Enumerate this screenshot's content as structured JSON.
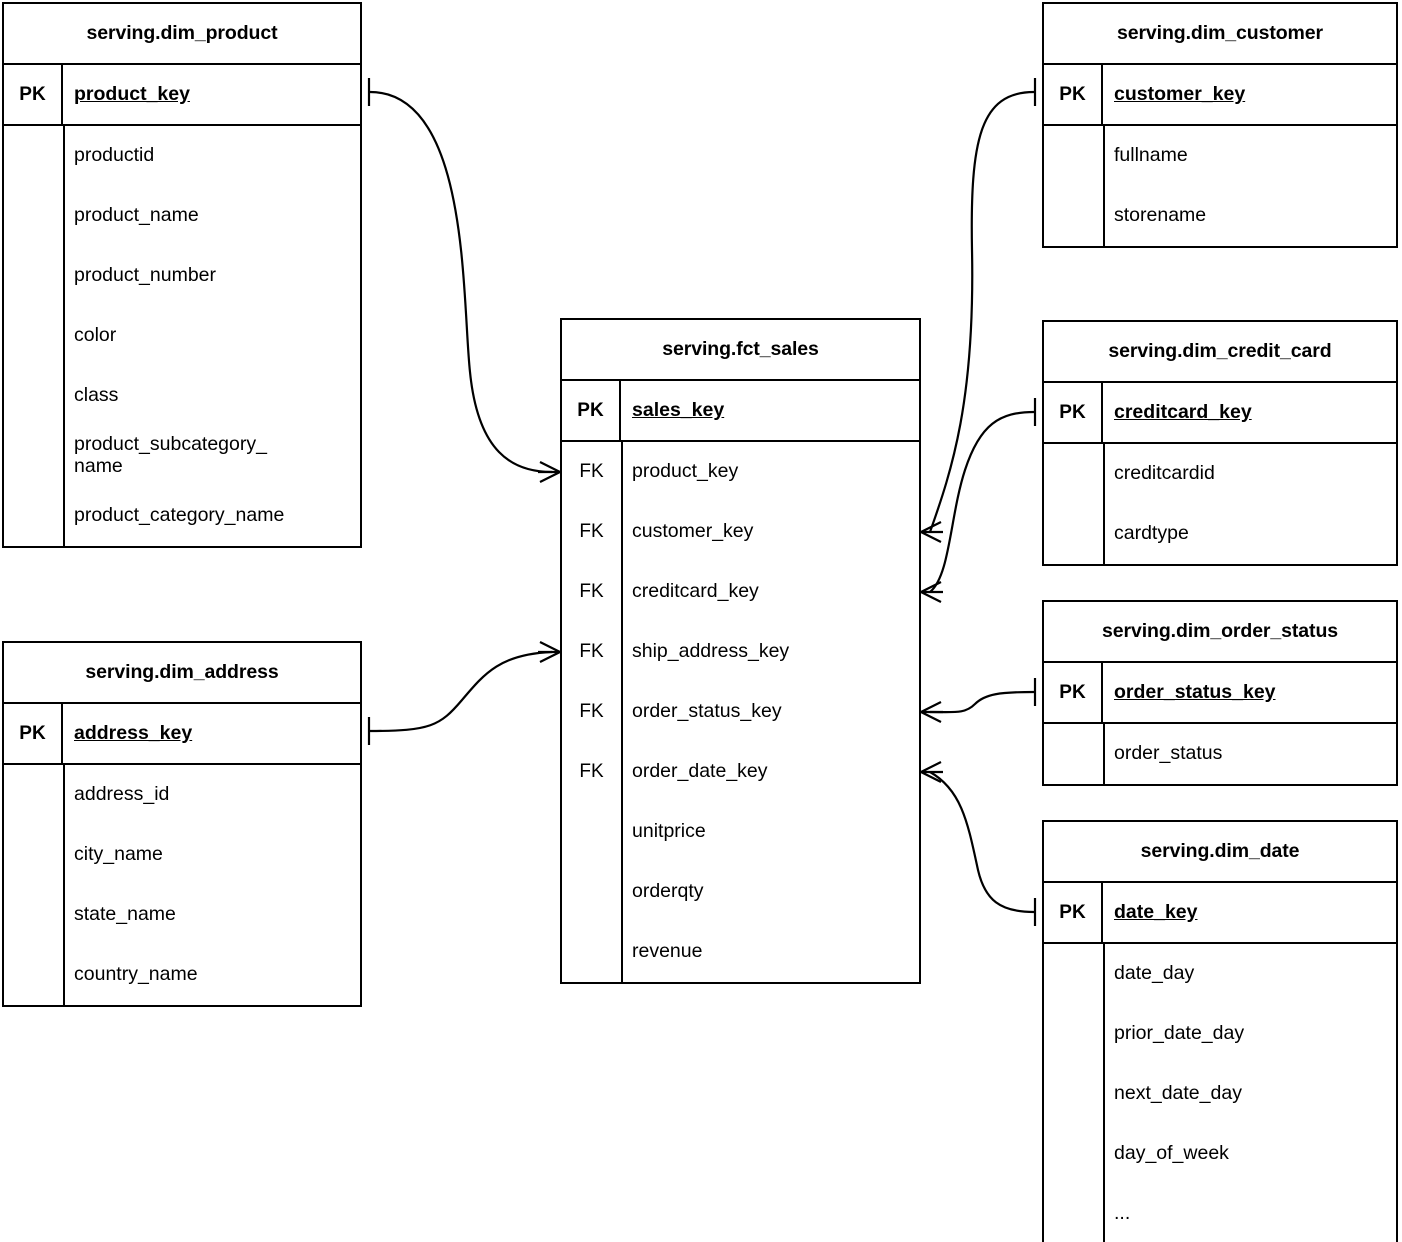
{
  "diagram": {
    "type": "entity-relationship-diagram",
    "notation": "crow-foot",
    "key_labels": {
      "pk": "PK",
      "fk": "FK"
    }
  },
  "entities": {
    "dim_product": {
      "title": "serving.dim_product",
      "pk": {
        "key": "PK",
        "field": "product_key"
      },
      "fields": [
        "productid",
        "product_name",
        "product_number",
        "color",
        "class",
        "product_subcategory_",
        "name",
        "product_category_name"
      ]
    },
    "dim_address": {
      "title": "serving.dim_address",
      "pk": {
        "key": "PK",
        "field": "address_key"
      },
      "fields": [
        "address_id",
        "city_name",
        "state_name",
        "country_name"
      ]
    },
    "fct_sales": {
      "title": "serving.fct_sales",
      "pk": {
        "key": "PK",
        "field": "sales_key"
      },
      "rows": [
        {
          "key": "FK",
          "field": "product_key"
        },
        {
          "key": "FK",
          "field": "customer_key"
        },
        {
          "key": "FK",
          "field": "creditcard_key"
        },
        {
          "key": "FK",
          "field": "ship_address_key"
        },
        {
          "key": "FK",
          "field": "order_status_key"
        },
        {
          "key": "FK",
          "field": "order_date_key"
        },
        {
          "key": "",
          "field": "unitprice"
        },
        {
          "key": "",
          "field": "orderqty"
        },
        {
          "key": "",
          "field": "revenue"
        }
      ]
    },
    "dim_customer": {
      "title": "serving.dim_customer",
      "pk": {
        "key": "PK",
        "field": "customer_key"
      },
      "fields": [
        "fullname",
        "storename"
      ]
    },
    "dim_credit_card": {
      "title": "serving.dim_credit_card",
      "pk": {
        "key": "PK",
        "field": "creditcard_key"
      },
      "fields": [
        "creditcardid",
        "cardtype"
      ]
    },
    "dim_order_status": {
      "title": "serving.dim_order_status",
      "pk": {
        "key": "PK",
        "field": "order_status_key"
      },
      "fields": [
        "order_status"
      ]
    },
    "dim_date": {
      "title": "serving.dim_date",
      "pk": {
        "key": "PK",
        "field": "date_key"
      },
      "fields": [
        "date_day",
        "prior_date_day",
        "next_date_day",
        "day_of_week",
        "..."
      ]
    }
  },
  "relationships": [
    {
      "name": "product-to-sales",
      "from": "serving.dim_product.product_key",
      "to": "serving.fct_sales.product_key",
      "from_cardinality": "one",
      "to_cardinality": "many"
    },
    {
      "name": "address-to-sales",
      "from": "serving.dim_address.address_key",
      "to": "serving.fct_sales.ship_address_key",
      "from_cardinality": "one",
      "to_cardinality": "many"
    },
    {
      "name": "customer-to-sales",
      "from": "serving.dim_customer.customer_key",
      "to": "serving.fct_sales.customer_key",
      "from_cardinality": "one",
      "to_cardinality": "many"
    },
    {
      "name": "creditcard-to-sales",
      "from": "serving.dim_credit_card.creditcard_key",
      "to": "serving.fct_sales.creditcard_key",
      "from_cardinality": "one",
      "to_cardinality": "many"
    },
    {
      "name": "orderstatus-to-sales",
      "from": "serving.dim_order_status.order_status_key",
      "to": "serving.fct_sales.order_status_key",
      "from_cardinality": "one",
      "to_cardinality": "many"
    },
    {
      "name": "date-to-sales",
      "from": "serving.dim_date.date_key",
      "to": "serving.fct_sales.order_date_key",
      "from_cardinality": "one",
      "to_cardinality": "many"
    }
  ],
  "colors": {
    "stroke": "#000000",
    "background": "#ffffff",
    "text": "#000000"
  }
}
